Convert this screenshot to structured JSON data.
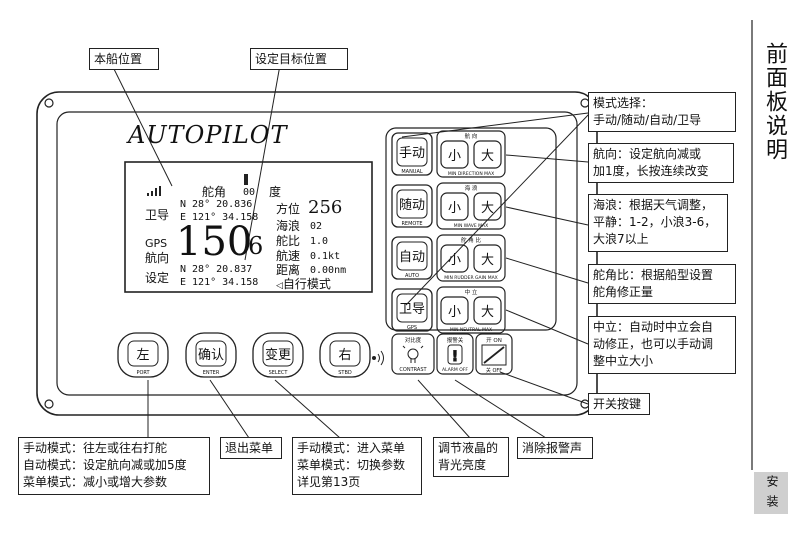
{
  "callouts": {
    "own_ship_position": "本船位置",
    "set_target_position": "设定目标位置",
    "mode_select": [
      "模式选择：",
      "手动/随动/自动/卫导"
    ],
    "heading": [
      "航向：设定航向减或",
      "加1度，长按连续改变"
    ],
    "sea_state": [
      "海浪：根据天气调整，",
      "平静：1-2，小浪3-6，",
      "大浪7以上"
    ],
    "rudder_ratio": [
      "舵角比：根据船型设置",
      "舵角修正量"
    ],
    "neutral": [
      "中立：自动时中立会自",
      "动修正，也可以手动调",
      "整中立大小"
    ],
    "power_key": "开关按键",
    "port_stbd": [
      "手动模式：往左或往右打舵",
      "自动模式：设定航向减或加5度",
      "菜单模式：减小或增大参数"
    ],
    "exit_menu": "退出菜单",
    "select": [
      "手动模式：进入菜单",
      "菜单模式：切换参数",
      "详见第13页"
    ],
    "contrast": [
      "调节液晶的",
      "背光亮度"
    ],
    "alarm_off": "消除报警声"
  },
  "panel": {
    "brand": "AUTOPILOT"
  },
  "lcd": {
    "rudder_label": "舵角",
    "rudder_value": "00",
    "rudder_unit": "度",
    "gps_label": "卫导",
    "own_lat": "N  28° 20.836",
    "own_lon": "E 121° 34.158",
    "bearing_label": "方位",
    "bearing_value": "256",
    "gps": "GPS",
    "heading_label": "航向",
    "heading_value": "150",
    "heading_decimal": "6",
    "wave_label": "海浪",
    "wave_value": "02",
    "ratio_label": "舵比",
    "ratio_value": "1.0",
    "speed_label": "航速",
    "speed_value": "0.1kt",
    "set_label": "设定",
    "tgt_lat": "N  28° 20.837",
    "tgt_lon": "E 121° 34.158",
    "dist_label": "距离",
    "dist_value": "0.00nm",
    "mode_text": "自行模式"
  },
  "mode_buttons": [
    {
      "label": "手动",
      "sub": "MANUAL"
    },
    {
      "label": "随动",
      "sub": "REMOTE"
    },
    {
      "label": "自动",
      "sub": "AUTO"
    },
    {
      "label": "卫导",
      "sub": "GPS"
    }
  ],
  "adjust_rows": [
    {
      "title": "航 向",
      "minus": "小",
      "plus": "大",
      "sub": "MIN DIRECTION MAX"
    },
    {
      "title": "海 浪",
      "minus": "小",
      "plus": "大",
      "sub": "MIN  WAVE  MAX"
    },
    {
      "title": "舵 角 比",
      "minus": "小",
      "plus": "大",
      "sub": "MIN RUDDER GAIN MAX"
    },
    {
      "title": "中 立",
      "minus": "小",
      "plus": "大",
      "sub": "MIN NEUTRAL MAX"
    }
  ],
  "bottom_buttons": [
    {
      "label": "左",
      "sub": "PORT"
    },
    {
      "label": "确认",
      "sub": "ENTER"
    },
    {
      "label": "变更",
      "sub": "SELECT"
    },
    {
      "label": "右",
      "sub": "STBD"
    }
  ],
  "small_keys": {
    "contrast_title": "对比度",
    "contrast_sub": "CONTRAST",
    "alarm_title": "报警关",
    "alarm_sub": "ALARM OFF",
    "power_on_title": "开    ON",
    "power_sub": "关    OFF"
  },
  "side": {
    "title": "前面板说明",
    "tab": "安 装"
  },
  "colors": {
    "line": "#222222",
    "lcd_bg": "#ffffff",
    "side_tab": "#cfcfcf"
  }
}
